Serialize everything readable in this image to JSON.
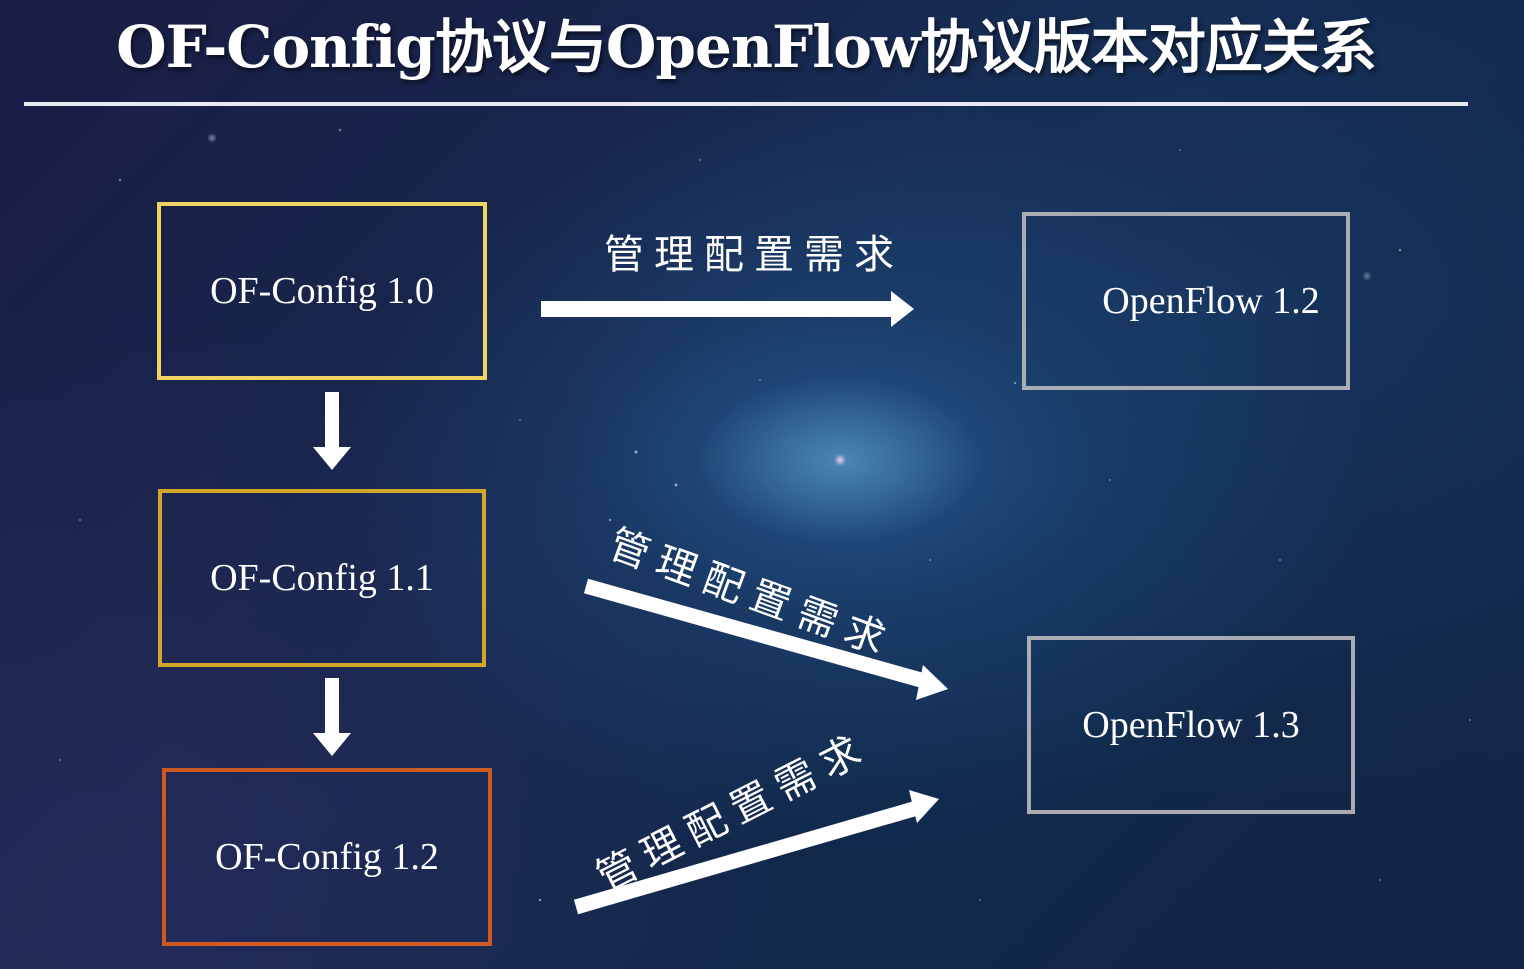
{
  "title": "OF-Config协议与OpenFlow协议版本对应关系",
  "of_config_versions": {
    "v10": "OF-Config 1.0",
    "v11": "OF-Config 1.1",
    "v12": "OF-Config 1.2"
  },
  "openflow_versions": {
    "v12": "OpenFlow 1.2",
    "v13": "OpenFlow 1.3"
  },
  "arrow_labels": {
    "a1": "管理配置需求",
    "a2": "管理配置需求",
    "a3": "管理配置需求"
  },
  "colors": {
    "of_config_1_0_border": "#f1d364",
    "of_config_1_1_border": "#d2a628",
    "of_config_1_2_border": "#cc5a22",
    "openflow_border": "#a9acb2",
    "arrow": "#ffffff",
    "text": "#ffffff"
  },
  "edges": [
    {
      "from": "OF-Config 1.0",
      "to": "OpenFlow 1.2",
      "label": "管理配置需求"
    },
    {
      "from": "OF-Config 1.1",
      "to": "OpenFlow 1.3",
      "label": "管理配置需求"
    },
    {
      "from": "OF-Config 1.2",
      "to": "OpenFlow 1.3",
      "label": "管理配置需求"
    },
    {
      "from": "OF-Config 1.0",
      "to": "OF-Config 1.1"
    },
    {
      "from": "OF-Config 1.1",
      "to": "OF-Config 1.2"
    }
  ]
}
